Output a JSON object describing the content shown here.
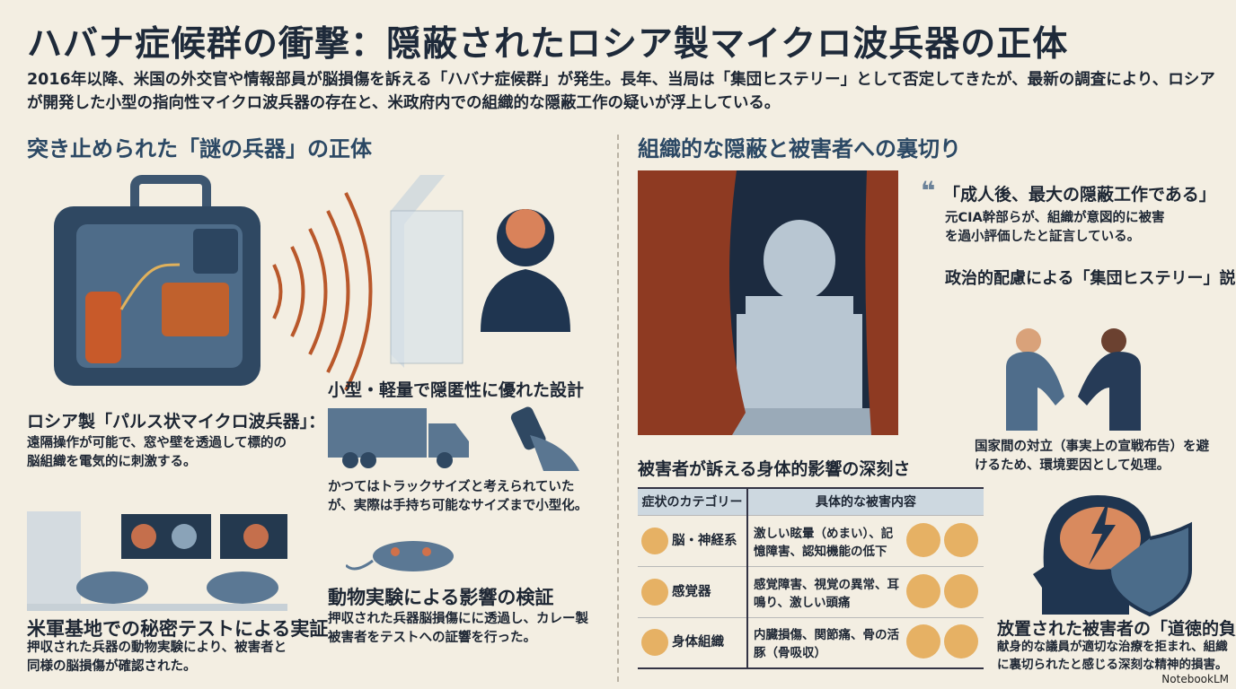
{
  "title": "ハバナ症候群の衝撃：隠蔽されたロシア製マイクロ波兵器の正体",
  "intro": "2016年以降、米国の外交官や情報部員が脳損傷を訴える「ハバナ症候群」が発生。長年、当局は「集団ヒステリー」として否定してきたが、最新の調査により、ロシアが開発した小型の指向性マイクロ波兵器の存在と、米政府内での組織的な隠蔽工作の疑いが浮上している。",
  "left": {
    "heading": "突き止められた「謎の兵器」の正体",
    "weapon": {
      "title": "ロシア製「パルス状マイクロ波兵器」：",
      "body": "遠隔操作が可能で、窓や壁を透過して標的の脳組織を電気的に刺激する。"
    },
    "design": {
      "title": "小型・軽量で隠匿性に優れた設計",
      "body": "かつてはトラックサイズと考えられていたが、実際は手持ち可能なサイズまで小型化。"
    },
    "base_test": {
      "title": "米軍基地での秘密テストによる実証",
      "body": "押収された兵器の動物実験により、被害者と同様の脳損傷が確認された。"
    },
    "animal": {
      "title": "動物実験による影響の検証",
      "body": "押収された兵器脳損傷にに透過し、カレー製被害者をテストへの証響を行った。"
    }
  },
  "right": {
    "heading": "組織的な隠蔽と被害者への裏切り",
    "quote": {
      "mark": "❝",
      "text": "「成人後、最大の隠蔽工作である」",
      "body": "元CIA幹部らが、組織が意図的に被害を過小評価したと証言している。"
    },
    "hysteria": {
      "title": "政治的配慮による「集団ヒステリー」説",
      "body": "国家間の対立（事実上の宣戦布告）を避けるため、環境要因として処理。"
    },
    "table": {
      "title": "被害者が訴える身体的影響の深刻さ",
      "headers": [
        "症状のカテゴリー",
        "具体的な被害内容"
      ],
      "rows": [
        {
          "category": "脳・神経系",
          "icon": "brain-icon",
          "detail": "激しい眩暈（めまい）、記憶障害、認知機能の低下"
        },
        {
          "category": "感覚器",
          "icon": "eye-icon",
          "detail": "感覚障害、視覚の異常、耳鳴り、激しい頭痛"
        },
        {
          "category": "身体組織",
          "icon": "body-icon",
          "detail": "内臓損傷、関節痛、骨の活豚（骨吸収）"
        }
      ]
    },
    "moral": {
      "title": "放置された被害者の「道徳的負傷」",
      "body": "献身的な議員が適切な治療を拒まれ、組織に裏切られたと感じる深刻な精神的損害。"
    }
  },
  "branding": "NotebookLM",
  "colors": {
    "navy": "#2b4864",
    "accent": "#c0612d",
    "gold": "#e6b164",
    "bg": "#f3eee2"
  }
}
